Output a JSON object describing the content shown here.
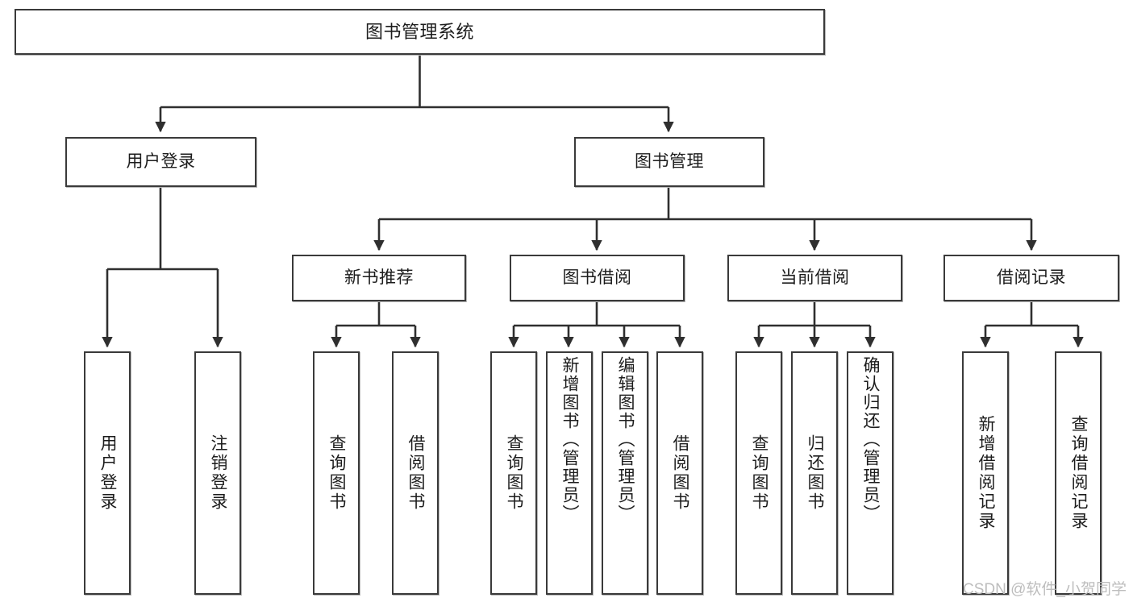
{
  "diagram": {
    "title": "图书管理系统",
    "type": "tree",
    "watermark": "CSDN @软件_小贺同学",
    "colors": {
      "box_border": "#3a3a3a",
      "box_fill": "#ffffff",
      "line": "#2f2f2f",
      "text": "#1c1c1c",
      "watermark": "#bdbdbd"
    },
    "nodes": {
      "root": {
        "label": "图书管理系统"
      },
      "level1": [
        {
          "id": "user-login",
          "label": "用户登录"
        },
        {
          "id": "book-manage",
          "label": "图书管理"
        }
      ],
      "level2": [
        {
          "id": "new-book-rec",
          "label": "新书推荐"
        },
        {
          "id": "book-borrow",
          "label": "图书借阅"
        },
        {
          "id": "current-borrow",
          "label": "当前借阅"
        },
        {
          "id": "borrow-record",
          "label": "借阅记录"
        }
      ],
      "leaves": {
        "user-login": [
          {
            "id": "leaf-user-login",
            "label": "用户登录"
          },
          {
            "id": "leaf-user-logout",
            "label": "注销登录"
          }
        ],
        "new-book-rec": [
          {
            "id": "leaf-query-book-1",
            "label": "查询图书"
          },
          {
            "id": "leaf-borrow-book-1",
            "label": "借阅图书"
          }
        ],
        "book-borrow": [
          {
            "id": "leaf-query-book-2",
            "label": "查询图书"
          },
          {
            "id": "leaf-add-book",
            "label": "新增图书（管理员）"
          },
          {
            "id": "leaf-edit-book",
            "label": "编辑图书（管理员）"
          },
          {
            "id": "leaf-borrow-book-2",
            "label": "借阅图书"
          }
        ],
        "current-borrow": [
          {
            "id": "leaf-query-book-3",
            "label": "查询图书"
          },
          {
            "id": "leaf-return-book",
            "label": "归还图书"
          },
          {
            "id": "leaf-confirm-return",
            "label": "确认归还（管理员）"
          }
        ],
        "borrow-record": [
          {
            "id": "leaf-add-record",
            "label": "新增借阅记录"
          },
          {
            "id": "leaf-query-record",
            "label": "查询借阅记录"
          }
        ]
      }
    }
  }
}
